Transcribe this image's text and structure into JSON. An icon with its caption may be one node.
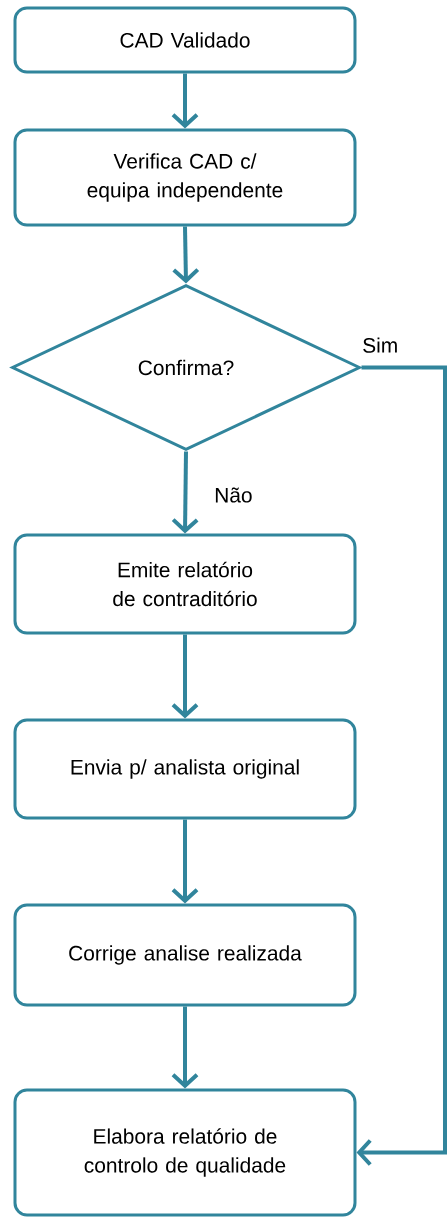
{
  "diagram": {
    "nodes": [
      {
        "text": [
          "CAD Validado"
        ]
      },
      {
        "text": [
          "Verifica CAD c/ equipa independente"
        ]
      },
      {
        "text": [
          "Confirma?"
        ]
      },
      {
        "text": [
          "Emite relatório de contraditório"
        ]
      },
      {
        "text": [
          "Envia p/ analista original"
        ]
      },
      {
        "text": [
          "Corrige analise realizada"
        ]
      },
      {
        "text": [
          "Elabora relatório de controlo de qualidade"
        ]
      }
    ],
    "edges": [
      {
        "from": 0,
        "to": 1,
        "arrow": "to"
      },
      {
        "from": 1,
        "to": 2,
        "arrow": "to"
      },
      {
        "from": 2,
        "to": 3,
        "arrow": "to",
        "label": "Não"
      },
      {
        "from": 3,
        "to": 4,
        "arrow": "to"
      },
      {
        "from": 4,
        "to": 5,
        "arrow": "to"
      },
      {
        "from": 5,
        "to": 6,
        "arrow": "to"
      },
      {
        "from": 2,
        "to": 6,
        "arrow": "to",
        "label": "Sim"
      }
    ]
  }
}
